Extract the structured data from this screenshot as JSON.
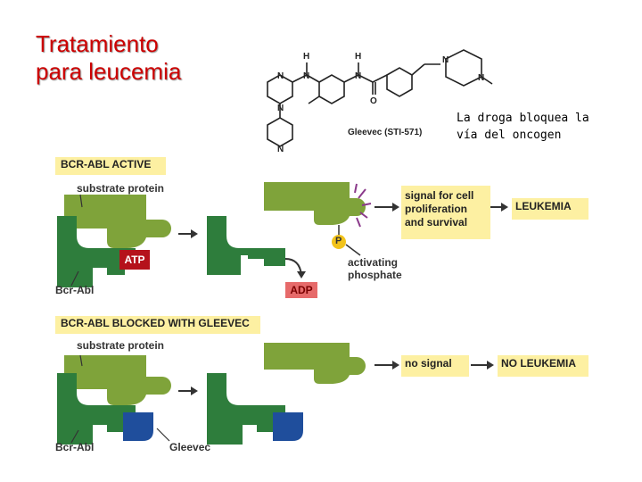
{
  "title": {
    "line1": "Tratamiento",
    "line2": "para leucemia"
  },
  "note": {
    "line1": "La droga bloquea la",
    "line2": "vía del oncogen"
  },
  "molecule": {
    "name": "Gleevec (STI-571)"
  },
  "panel_active": {
    "header": "BCR-ABL ACTIVE",
    "substrate_label": "substrate protein",
    "atp_label": "ATP",
    "adp_label": "ADP",
    "bcr_abl_label": "Bcr-Abl",
    "phosphate_symbol": "P",
    "activating_phosphate": {
      "line1": "activating",
      "line2": "phosphate"
    },
    "signal_box": {
      "line1": "signal for cell",
      "line2": "proliferation",
      "line3": "and survival"
    },
    "outcome": "LEUKEMIA"
  },
  "panel_blocked": {
    "header": "BCR-ABL BLOCKED WITH GLEEVEC",
    "substrate_label": "substrate protein",
    "bcr_abl_label": "Bcr-Abl",
    "gleevec_label": "Gleevec",
    "signal_box": "no signal",
    "outcome": "NO LEUKEMIA"
  },
  "colors": {
    "title": "#cc0000",
    "kinase_green": "#2e7d3c",
    "substrate_green": "#7fa33a",
    "box_yellow": "#fdf0a2",
    "atp_red": "#b5121b",
    "adp_red": "#e66a6a",
    "gleevec_blue": "#1f4e9c",
    "phosphate_yellow": "#f2c31b",
    "signal_purple": "#8b3a8b"
  }
}
